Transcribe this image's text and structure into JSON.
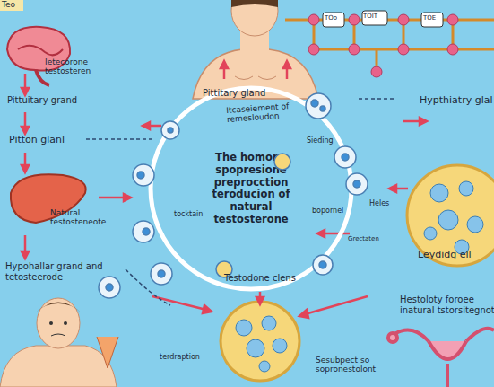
{
  "diagram": {
    "nodes": [
      {
        "text": [
          "The homone spopresione preprocction teroducion of natural testosterone"
        ]
      }
    ],
    "labels": [
      "Teo",
      "Ietecorone testosteren",
      "TOo",
      "TOIT",
      "TOE",
      "Pittuitary grand",
      "Pittitary gland",
      "Itcaseiement of remesloudon",
      "Hypthiatry glal",
      "Pitton glanl",
      "Sieding",
      "Natural testosteneote",
      "tocktain",
      "bopornel",
      "Heles",
      "Grectaten",
      "Leydidg ell",
      "Hypohallar grand and tetosteerode",
      "Testodone clens",
      "Hestoloty foroee inatural tstorsitegnot",
      "terdraption",
      "Sesubpect so sopronestolont"
    ]
  }
}
